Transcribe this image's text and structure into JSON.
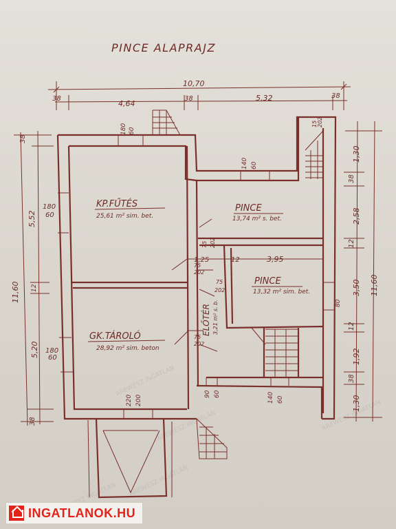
{
  "plan": {
    "title": "PINCE ALAPRAJZ",
    "top_dims": {
      "overall": "10,70",
      "left_wall": "38",
      "left_span": "4,64",
      "mid_wall": "38",
      "right_span": "5,32",
      "right_wall": "38"
    },
    "left_dims": {
      "top": "38",
      "upper": "5,52",
      "overall": "11,60",
      "mid": "12",
      "lower": "5,20",
      "bottom": "38"
    },
    "right_dims": {
      "top": "1,30",
      "d1": "38",
      "d2": "2,58",
      "d3": "12",
      "d4": "3,50",
      "d5": "12",
      "d6": "1,92",
      "d7": "38",
      "d8": "1,30",
      "overall": "11,60"
    },
    "rooms": [
      {
        "name": "KP.FŰTÉS",
        "area": "25,61 m² sim. bet."
      },
      {
        "name": "PINCE",
        "area": "13,74 m² s. bet."
      },
      {
        "name": "PINCE",
        "area": "13,32 m² sim. bet."
      },
      {
        "name": "GK.TÁROLÓ",
        "area": "28,92 m² sim. beton"
      },
      {
        "name": "ELŐTÉR",
        "area": "3,21 m² s. b."
      }
    ],
    "inner_dims": {
      "corridor_w": "1,25",
      "wall_12": "12",
      "pince2_w": "3,95",
      "win_top_a": "180",
      "win_top_b": "60",
      "win_left_a": "180",
      "win_left_b": "60",
      "win_left2_a": "180",
      "win_left2_b": "60",
      "win_pince_a": "140",
      "win_pince_b": "60",
      "door_a": "75",
      "door_b": "202",
      "door2_a": "75",
      "door2_b": "202",
      "door3_a": "75",
      "door3_b": "202",
      "door4_a": "75",
      "door4_b": "202",
      "stair_a": "15",
      "stair_b": "202",
      "gate_a": "220",
      "gate_b": "200",
      "win_bot_a": "90",
      "win_bot_b": "60",
      "win_bot2_a": "140",
      "win_bot2_b": "60",
      "right_80": "80"
    }
  },
  "watermark": "AREWESZ INGATLAN",
  "logo": {
    "text": "INGATLANOK.HU",
    "accent": "#e2231a"
  }
}
